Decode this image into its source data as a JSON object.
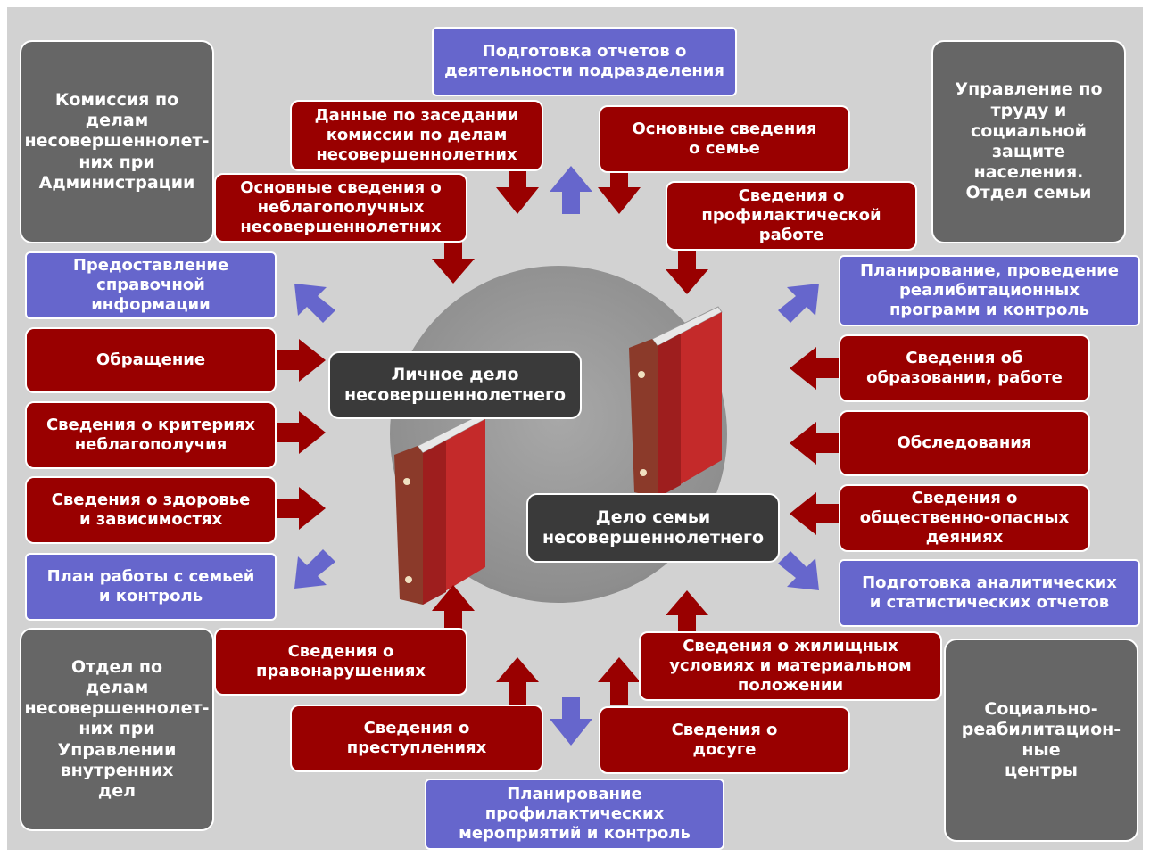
{
  "center": {
    "personal_file": "Личное дело\nнесовершеннолетнего",
    "family_file": "Дело семьи\nнесовершеннолетнего"
  },
  "agencies": {
    "commission": "Комиссия по\nделам\nнесовершеннолет-\nних при\nАдминистрации",
    "labor_dept": "Управление по\nтруду и\nсоциальной\nзащите населения.\nОтдел семьи",
    "police_dept": "Отдел по\nделам\nнесовершеннолет-\nних при\nУправлении\nвнутренних\nдел",
    "rehab_centers": "Социально-\nреабилитацион-\nные\nцентры"
  },
  "outputs": {
    "reports_top": "Подготовка отчетов о\nдеятельности подразделения",
    "reference_info": "Предоставление\nсправочной\nинформации",
    "family_plan": "План работы с семьей\nи контроль",
    "rehab_planning": "Планирование, проведение\nреалибитационных\nпрограмм и контроль",
    "analytics": "Подготовка аналитических\nи статистических отчетов",
    "prevention_planning": "Планирование\nпрофилактических\nмероприятий и контроль"
  },
  "inputs": {
    "commission_meetings": "Данные по заседании\nкомиссии по делам\nнесовершеннолетних",
    "family_basic": "Основные сведения\nо семье",
    "troubled_minors": "Основные сведения о\nнеблагополучных\nнесовершеннолетних",
    "prevention_work": "Сведения о\nпрофилактической\nработе",
    "appeal": "Обращение",
    "criteria": "Сведения о критериях\nнеблагополучия",
    "health": "Сведения о здоровье\nи зависимостях",
    "education": "Сведения об\nобразовании, работе",
    "surveys": "Обследования",
    "dangerous_acts": "Сведения о\nобщественно-опасных\nдеяниях",
    "offenses": "Сведения о\nправонарушениях",
    "crimes": "Сведения о\nпреступлениях",
    "housing": "Сведения о жилищных\nусловиях и материальном\nположении",
    "leisure": "Сведения о\nдосуге"
  },
  "colors": {
    "agency": "#666666",
    "input": "#990000",
    "output": "#6666cc",
    "center_label": "#3a3a3a",
    "binder": "#cc2222",
    "background": "#d2d2d2"
  }
}
